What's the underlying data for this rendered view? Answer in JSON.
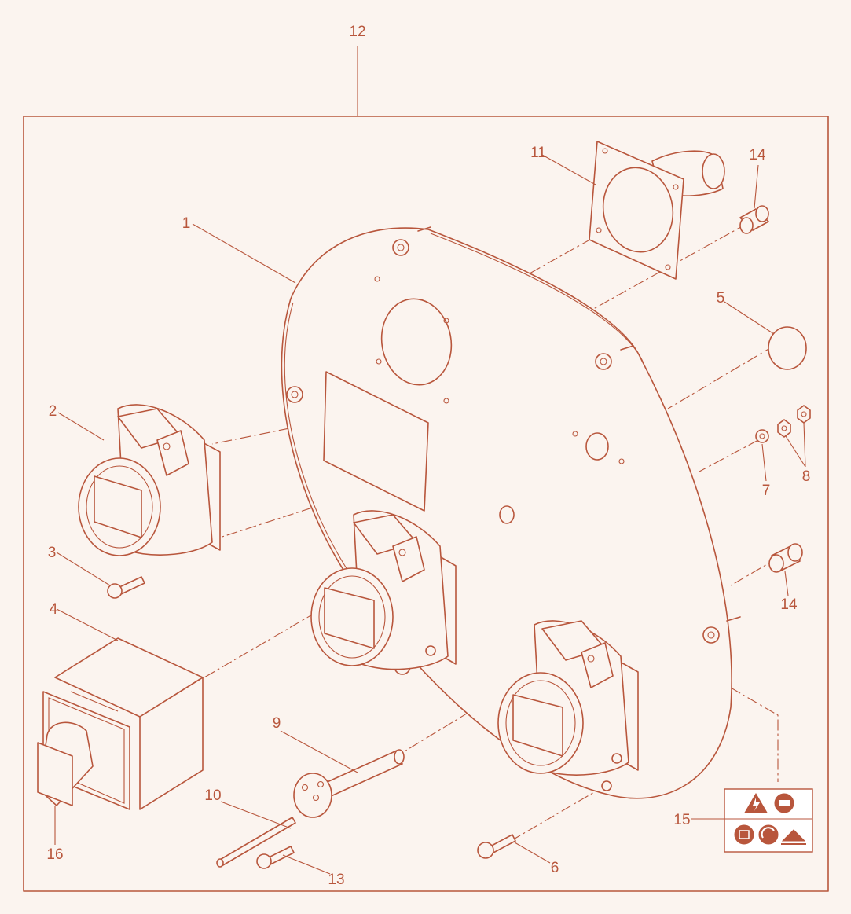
{
  "figure": {
    "accent_color": "#b8563c",
    "background_color": "#fbf4ef"
  },
  "callouts": {
    "c1": "1",
    "c2": "2",
    "c3": "3",
    "c4": "4",
    "c5": "5",
    "c6": "6",
    "c7": "7",
    "c8": "8",
    "c9": "9",
    "c10": "10",
    "c11": "11",
    "c12": "12",
    "c13": "13",
    "c14a": "14",
    "c14b": "14",
    "c15": "15",
    "c16": "16"
  },
  "icons": {
    "warning": "high-voltage-warning-icon",
    "manual": "read-manual-icon"
  }
}
